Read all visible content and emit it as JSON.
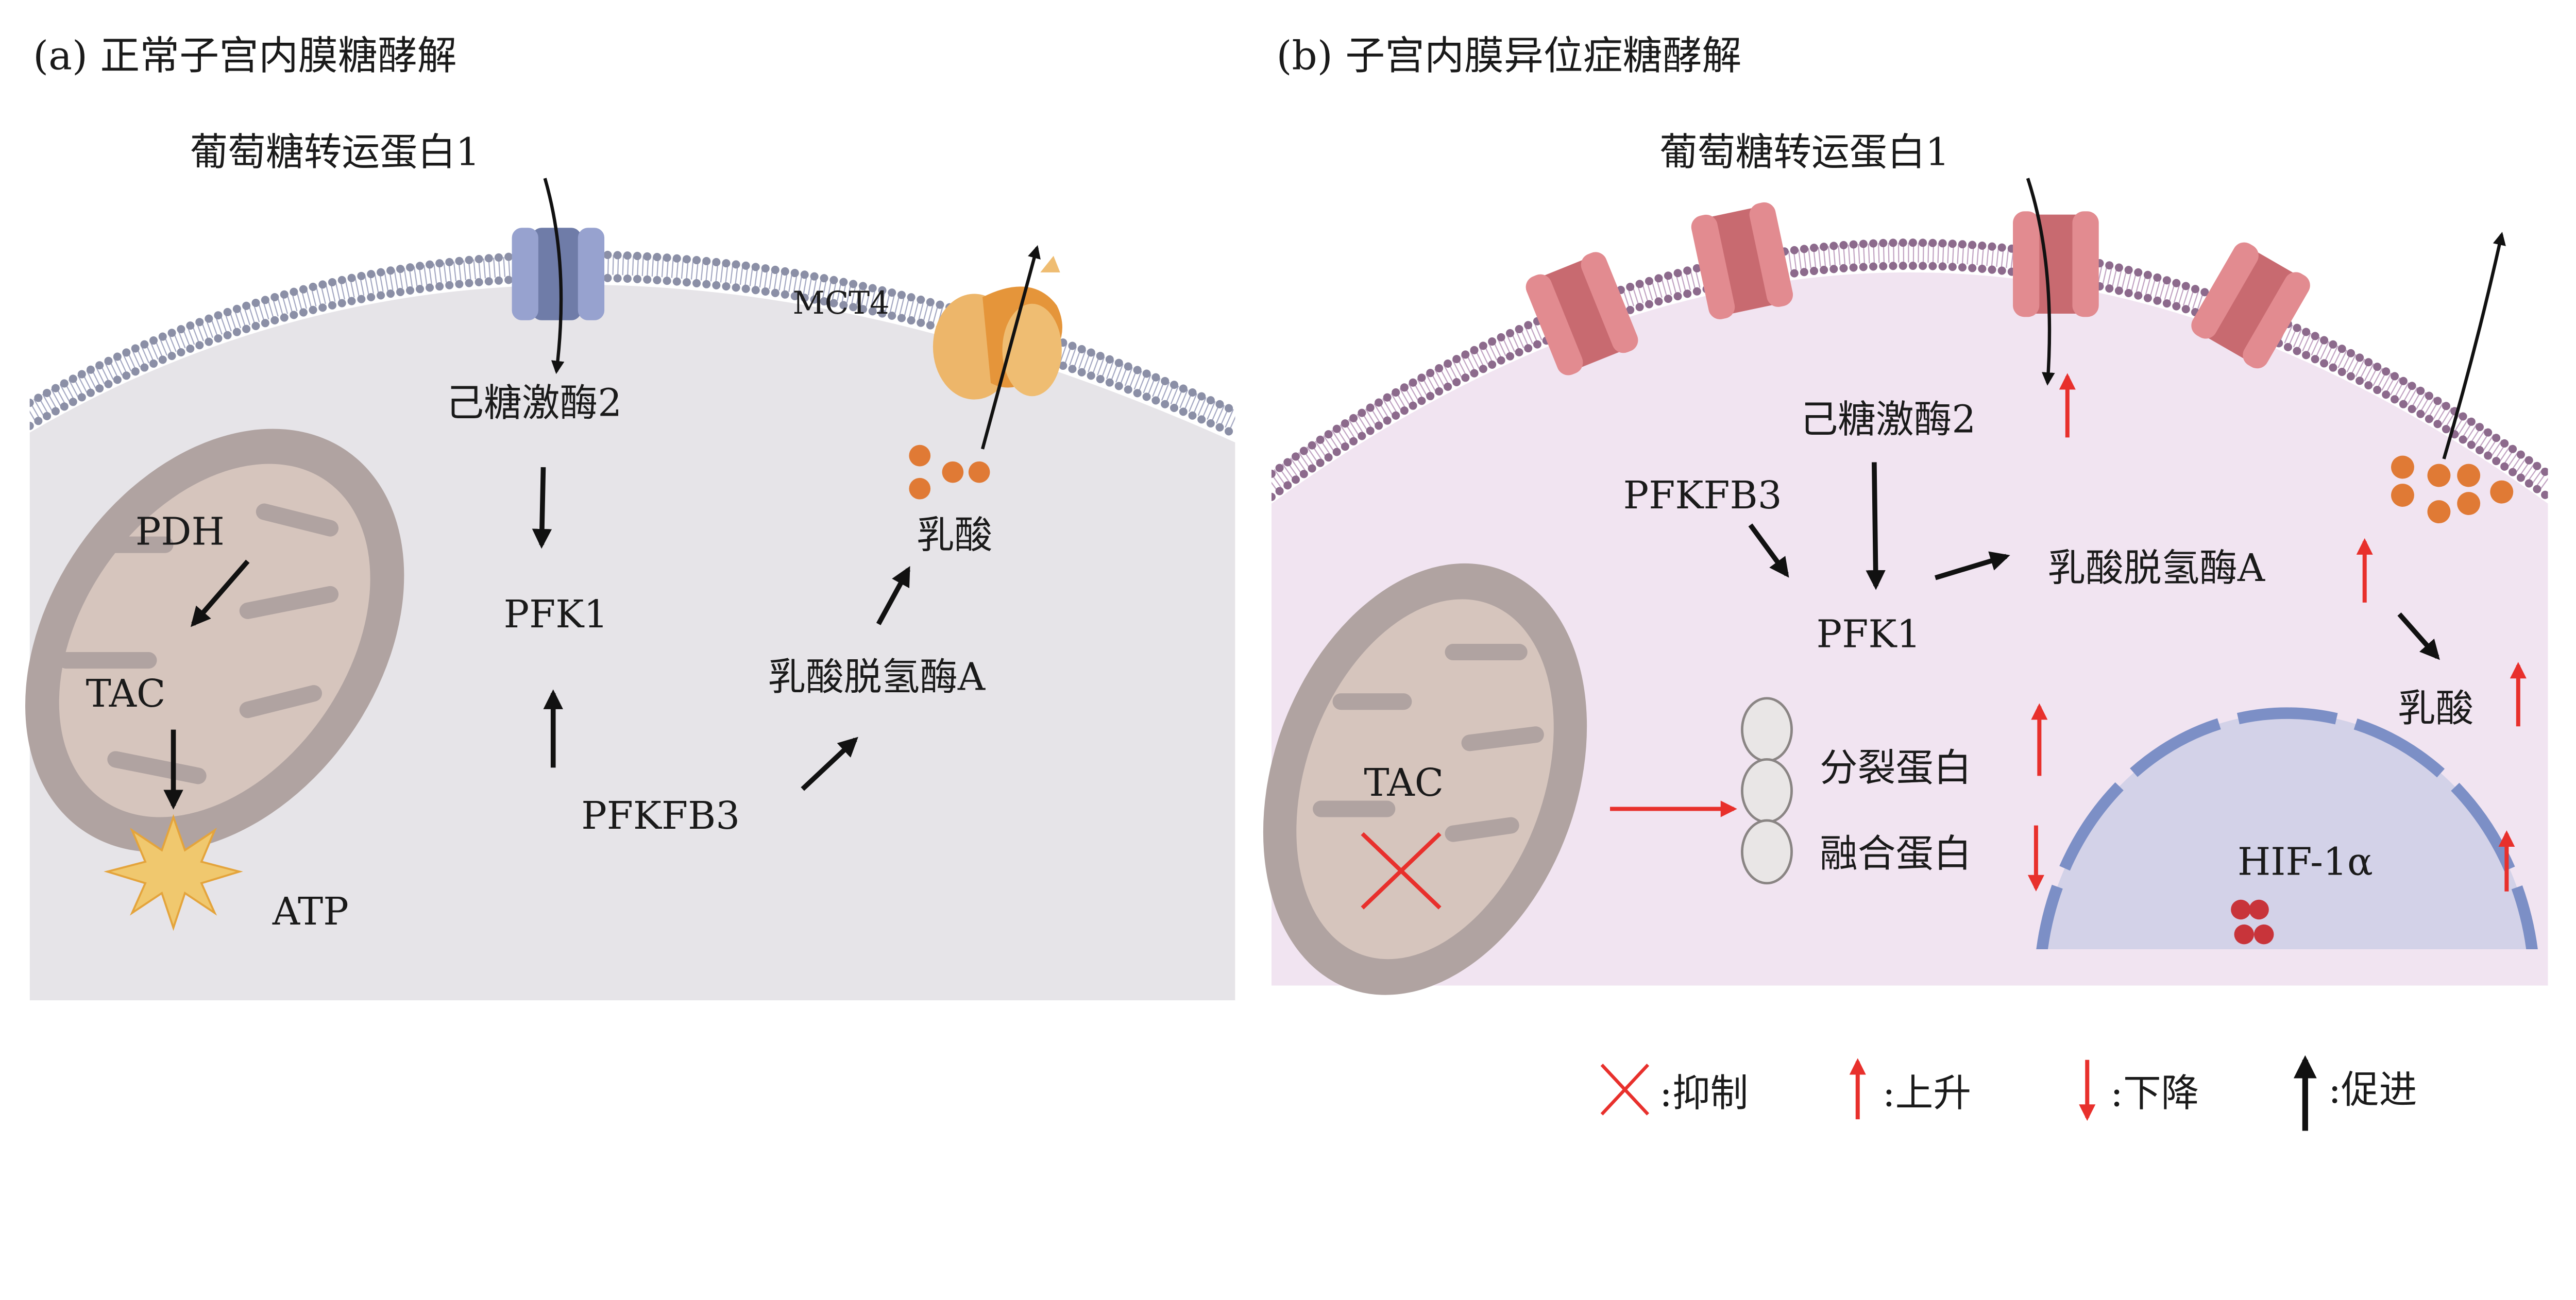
{
  "panel_a": {
    "title": "(a) 正常子宫内膜糖酵解",
    "glut1": "葡萄糖转运蛋白1",
    "mct4": "MCT4",
    "hk2": "己糖激酶2",
    "pfk1": "PFK1",
    "pfkfb3": "PFKFB3",
    "ldha": "乳酸脱氢酶A",
    "lactate": "乳酸",
    "pdh": "PDH",
    "tac": "TAC",
    "atp": "ATP"
  },
  "panel_b": {
    "title": "(b) 子宫内膜异位症糖酵解",
    "glut1": "葡萄糖转运蛋白1",
    "hk2": "己糖激酶2",
    "pfkfb3": "PFKFB3",
    "pfk1": "PFK1",
    "ldha": "乳酸脱氢酶A",
    "lactate": "乳酸",
    "tac": "TAC",
    "fission": "分裂蛋白",
    "fusion": "融合蛋白",
    "hif": "HIF-1α"
  },
  "legend": {
    "inhibit": ":抑制",
    "increase": ":上升",
    "decrease": ":下降",
    "promote": ":促进"
  },
  "colors": {
    "cell_a": "#e6e4e8",
    "cell_b": "#f1e4f1",
    "red": "#e8302c",
    "lactate_dot": "#e07a35",
    "glut_a": "#8f9cc8",
    "glut_b": "#e08a8e"
  }
}
